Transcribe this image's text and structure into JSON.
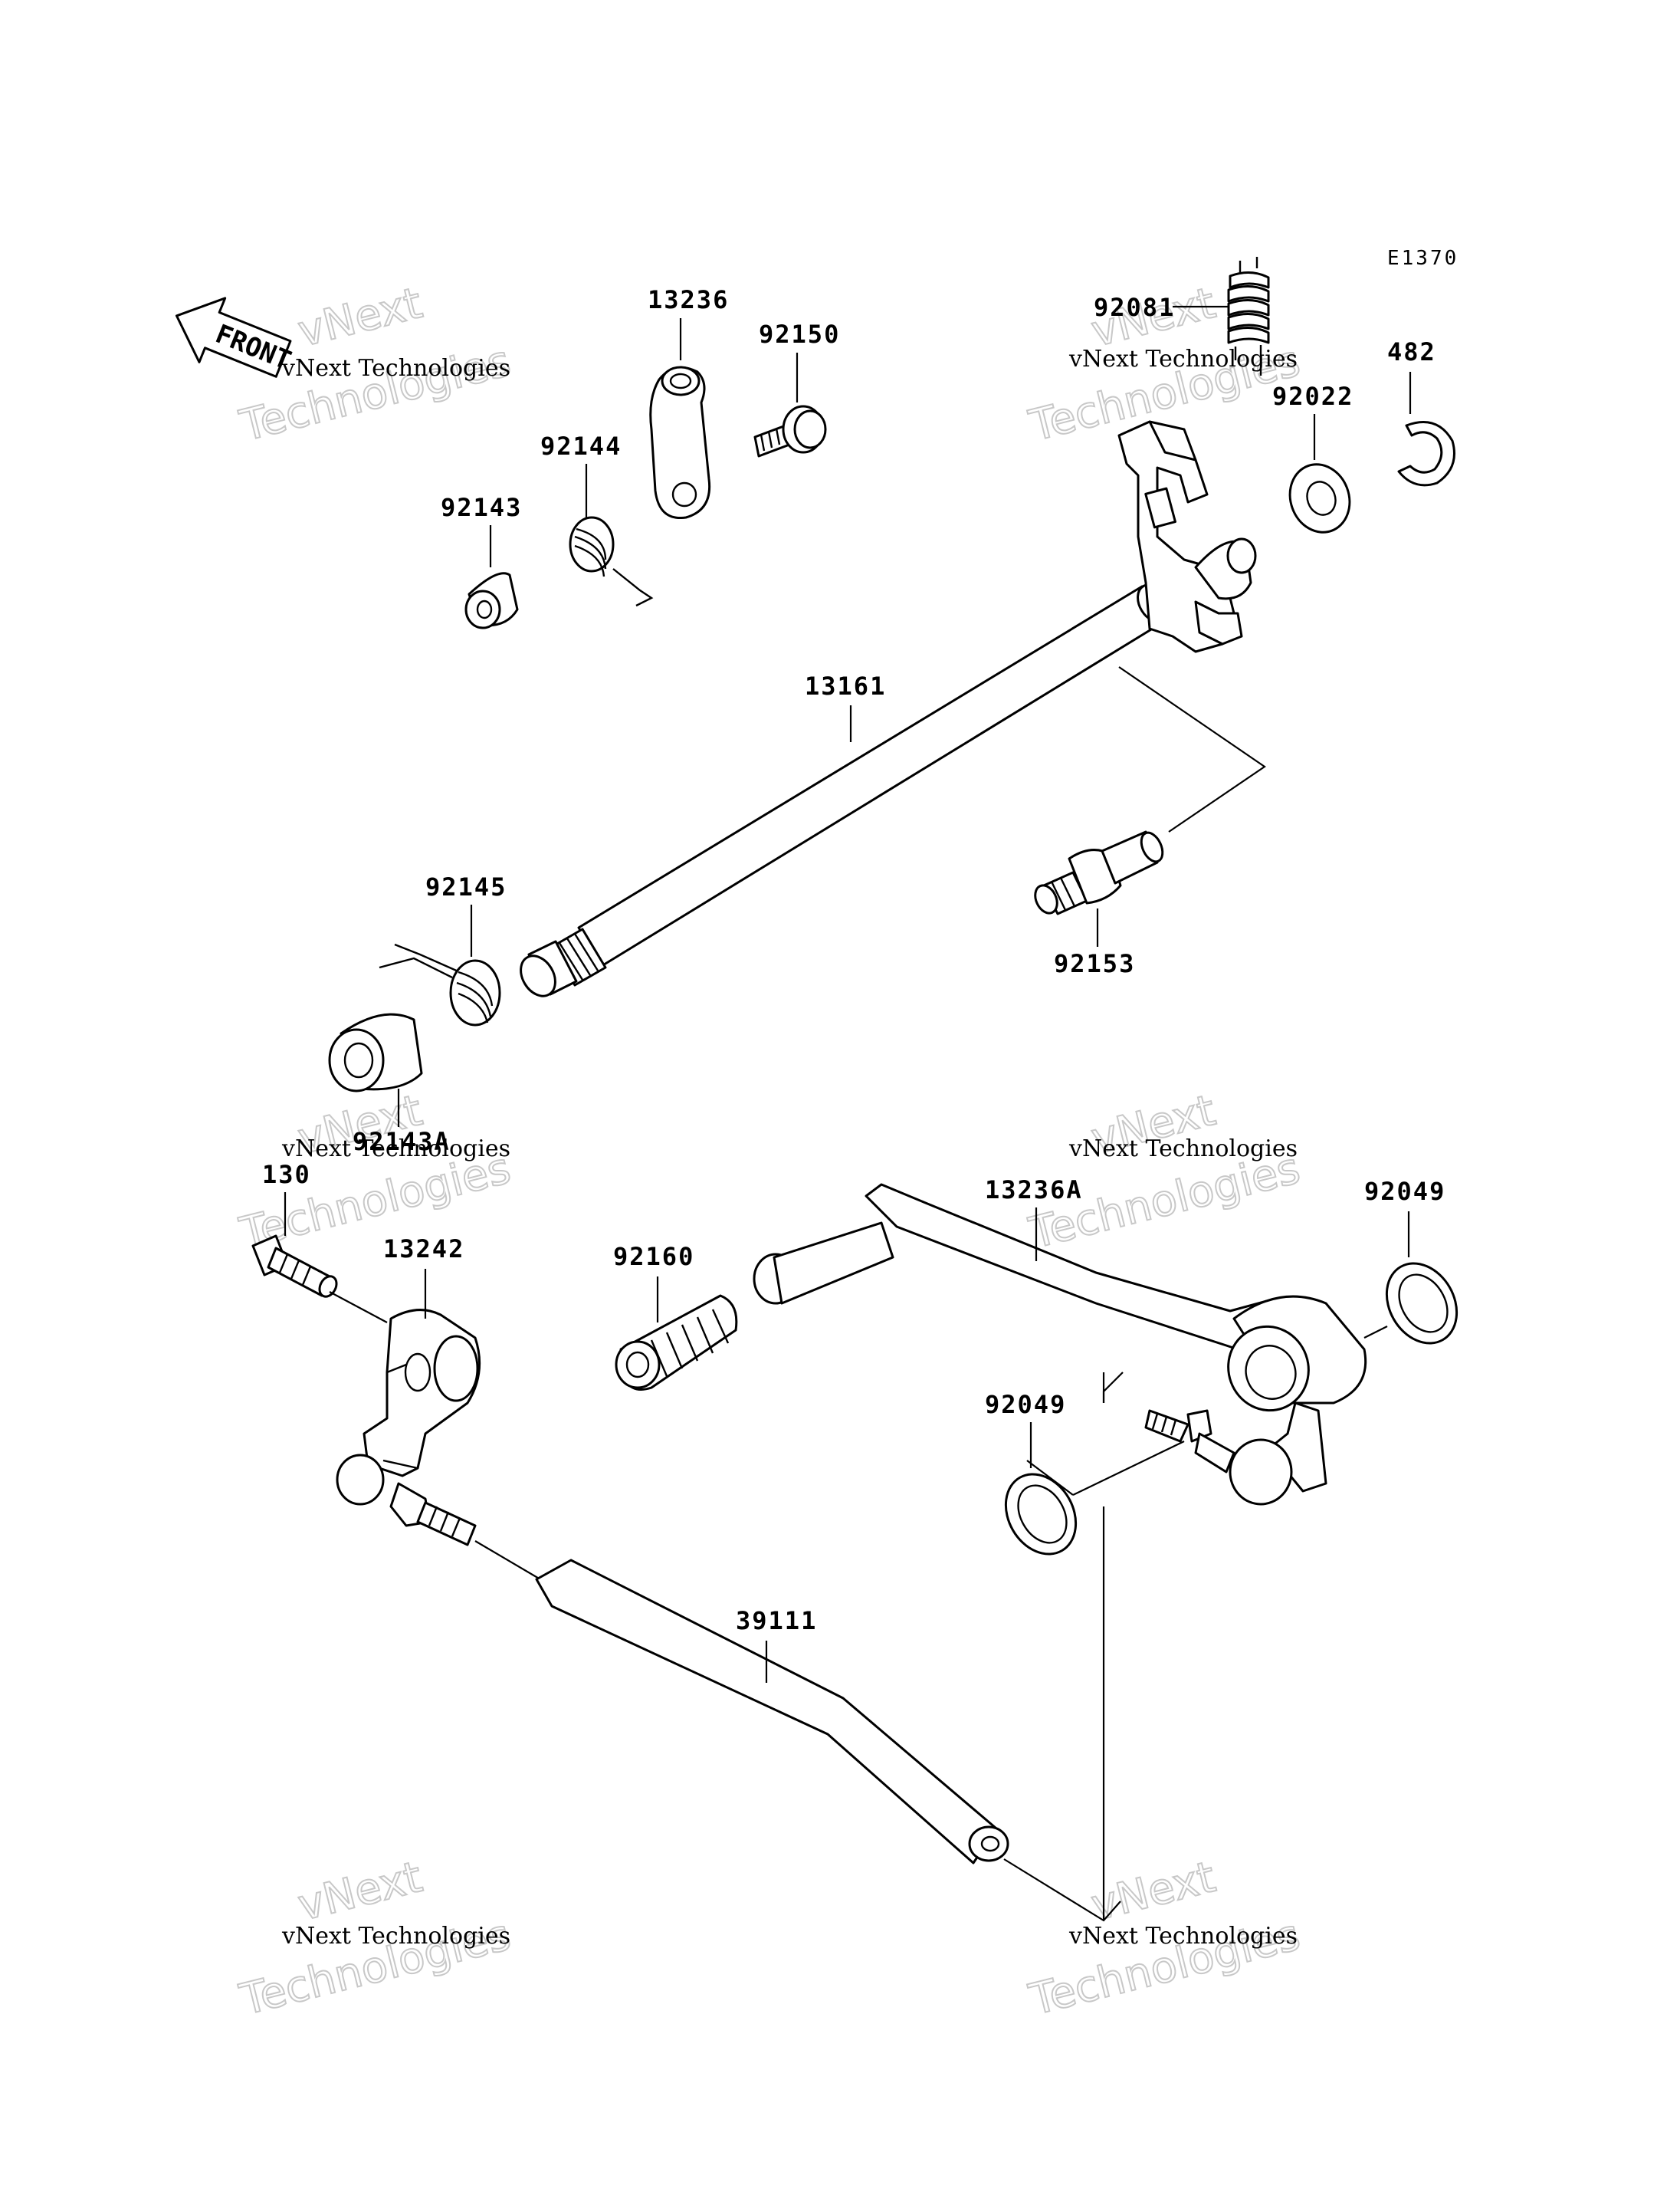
{
  "diagram_code": "E1370",
  "front_label": "FRONT",
  "parts": {
    "p13236": "13236",
    "p92150": "92150",
    "p92081": "92081",
    "p482": "482",
    "p92022": "92022",
    "p92144": "92144",
    "p92143": "92143",
    "p13161": "13161",
    "p92145": "92145",
    "p92153": "92153",
    "p92143A": "92143A",
    "p130": "130",
    "p13242": "13242",
    "p92160": "92160",
    "p13236A": "13236A",
    "p92049_top": "92049",
    "p92049_low": "92049",
    "p39111": "39111"
  },
  "watermark": {
    "line1": "vNext Technologies",
    "line2": "vNext",
    "line3": "Technologies"
  }
}
